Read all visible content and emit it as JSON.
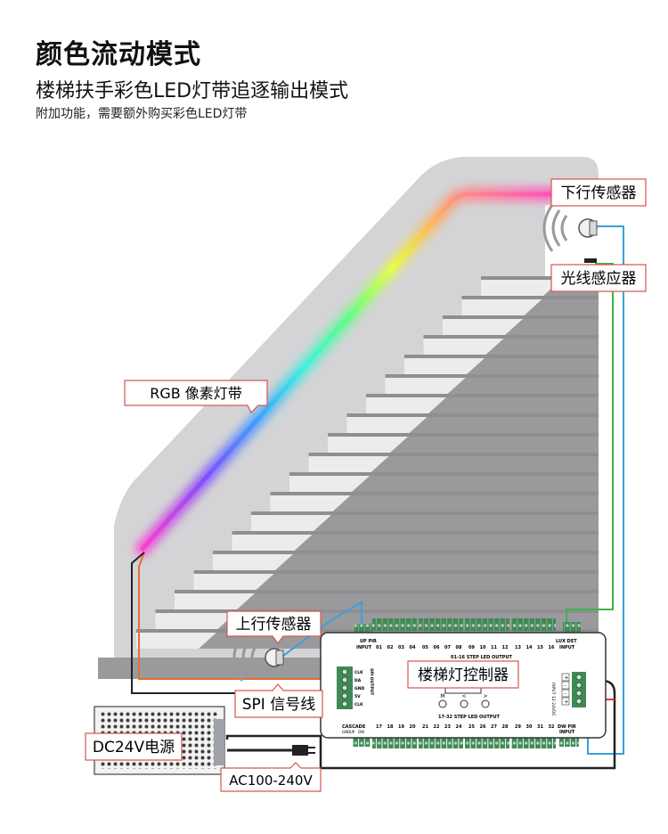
{
  "header": {
    "title": "颜色流动模式",
    "subtitle": "楼梯扶手彩色LED灯带追逐输出模式",
    "note": "附加功能，需要额外购买彩色LED灯带"
  },
  "callouts": {
    "down_sensor": "下行传感器",
    "light_sensor": "光线感应器",
    "rgb_strip": "RGB 像素灯带",
    "up_sensor": "上行传感器",
    "controller": "楼梯灯控制器",
    "spi_line": "SPI 信号线",
    "power_supply": "DC24V电源",
    "ac_input": "AC100-240V"
  },
  "controller_board": {
    "up_pir": [
      "UP PIR",
      "INPUT"
    ],
    "lux_det": [
      "LUX DET",
      "INPUT"
    ],
    "dw_pir": [
      "DW PIR",
      "INPUT"
    ],
    "cascade": "CASCADE",
    "cascade_sub": [
      "GND",
      "UP",
      "DW"
    ],
    "top_output": "01-16 STEP LED OUTPUT",
    "bottom_output": "17-32 STEP LED OUTPUT",
    "top_channels": [
      "01",
      "02",
      "03",
      "04",
      "05",
      "06",
      "07",
      "08",
      "09",
      "10",
      "11",
      "12",
      "13",
      "14",
      "15",
      "16"
    ],
    "bottom_channels": [
      "17",
      "18",
      "19",
      "20",
      "21",
      "22",
      "23",
      "24",
      "25",
      "26",
      "27",
      "28",
      "29",
      "30",
      "31",
      "32"
    ],
    "spi_pins": [
      "CLK",
      "DA",
      "GND",
      "5V",
      "CLK"
    ],
    "spi_output": "SPI OUTPUT",
    "buttons": [
      "M",
      "<",
      ">"
    ],
    "power_pins": [
      "+",
      "-",
      "-",
      "+"
    ],
    "power_input": "INPUT 12-24VDC"
  },
  "colors": {
    "wire_blue": "#3aa0d8",
    "wire_green": "#3fb34a",
    "wire_orange": "#e07030",
    "wire_black": "#222222",
    "label_border": "#d9534f",
    "wall": "#d4d4d6",
    "stairs": "#9a9a9c"
  }
}
